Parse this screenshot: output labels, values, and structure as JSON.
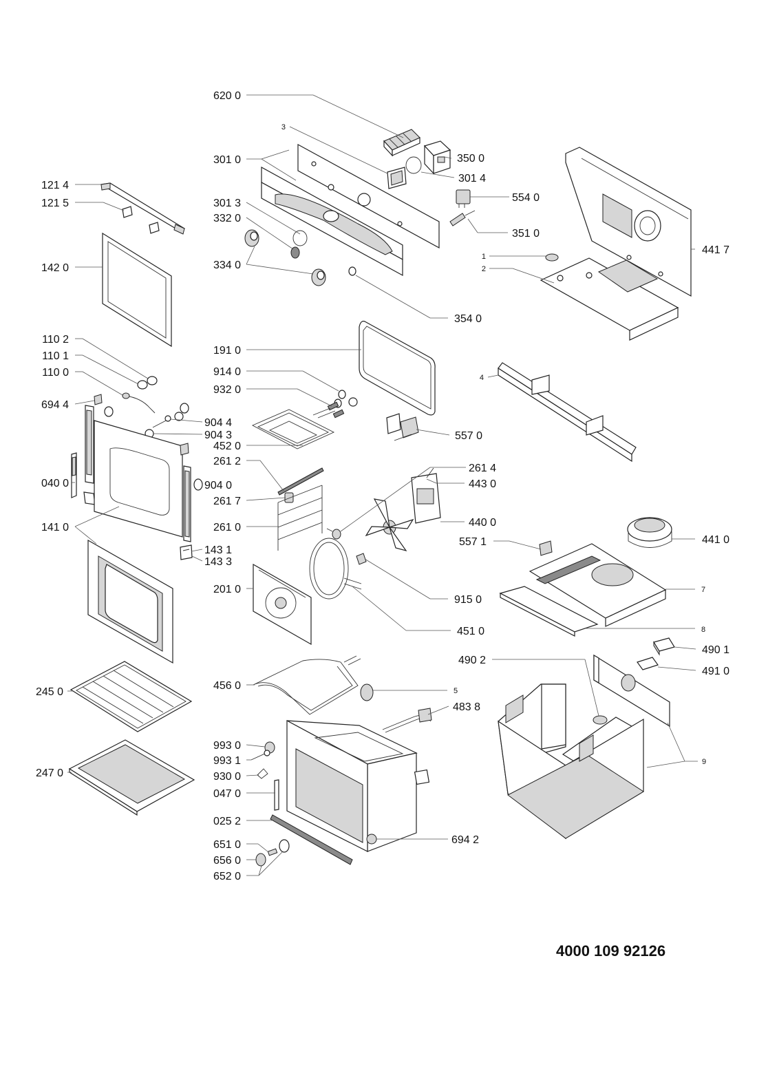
{
  "document_number": "4000 109 92126",
  "part_labels": {
    "l620_0": "620 0",
    "l3": "3",
    "l301_0": "301 0",
    "l350_0": "350 0",
    "l301_4": "301 4",
    "l121_4": "121 4",
    "l121_5": "121 5",
    "l554_0": "554 0",
    "l301_3": "301 3",
    "l332_0": "332 0",
    "l351_0": "351 0",
    "l441_7": "441 7",
    "l1": "1",
    "l2": "2",
    "l334_0": "334 0",
    "l142_0": "142 0",
    "l354_0": "354 0",
    "l110_2": "110 2",
    "l191_0": "191 0",
    "l110_1": "110 1",
    "l914_0": "914 0",
    "l110_0": "110 0",
    "l4": "4",
    "l932_0": "932 0",
    "l694_4": "694 4",
    "l904_4": "904 4",
    "l904_3": "904 3",
    "l557_0": "557 0",
    "l452_0": "452 0",
    "l261_2": "261 2",
    "l261_4": "261 4",
    "l040_0": "040 0",
    "l904_0": "904 0",
    "l443_0": "443 0",
    "l261_7": "261 7",
    "l440_0": "440 0",
    "l141_0": "141 0",
    "l261_0": "261 0",
    "l557_1": "557 1",
    "l441_0": "441 0",
    "l143_1": "143 1",
    "l143_3": "143 3",
    "l201_0": "201 0",
    "l7": "7",
    "l915_0": "915 0",
    "l451_0": "451 0",
    "l8": "8",
    "l490_1": "490 1",
    "l490_2": "490 2",
    "l491_0": "491 0",
    "l245_0": "245 0",
    "l456_0": "456 0",
    "l5": "5",
    "l483_8": "483 8",
    "l993_0": "993 0",
    "l993_1": "993 1",
    "l9": "9",
    "l247_0": "247 0",
    "l930_0": "930 0",
    "l047_0": "047 0",
    "l025_2": "025 2",
    "l694_2": "694 2",
    "l651_0": "651 0",
    "l656_0": "656 0",
    "l652_0": "652 0"
  }
}
